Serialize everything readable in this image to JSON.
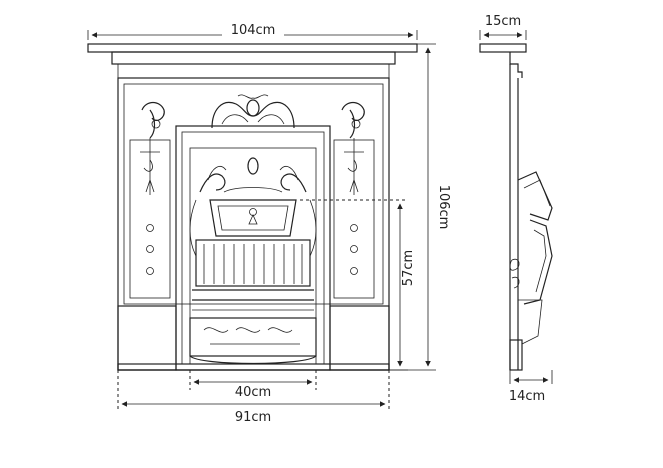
{
  "dimensions": {
    "top_width": "104cm",
    "height": "106cm",
    "opening_height": "57cm",
    "opening_width": "40cm",
    "base_width": "91cm",
    "side_top_depth": "15cm",
    "side_base_depth": "14cm"
  }
}
